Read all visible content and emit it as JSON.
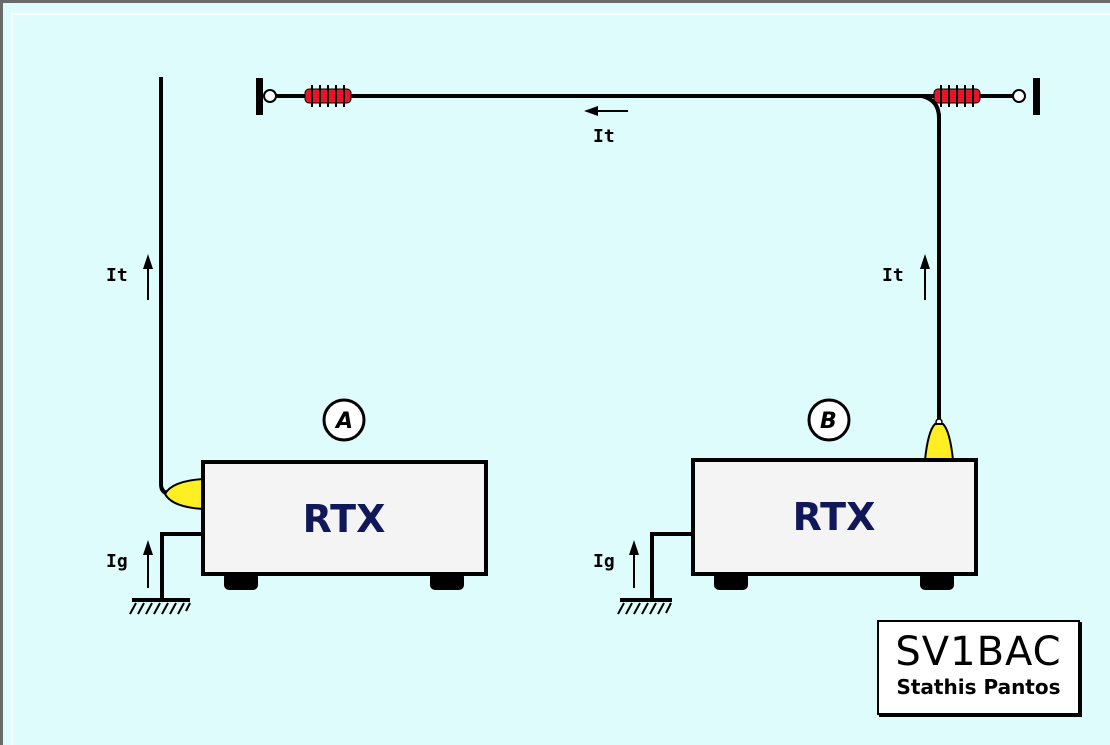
{
  "diagram": {
    "current_labels": {
      "top_wire": "It",
      "left_vertical": "It",
      "right_vertical": "It",
      "left_ground": "Ig",
      "right_ground": "Ig"
    },
    "radio_label": "RTX",
    "circle_a": "A",
    "circle_b": "B",
    "colors": {
      "background": "#dffcfc",
      "insulator": "#e8142a",
      "connector": "#ffee22",
      "rtx_text": "#10185a",
      "rtx_box": "#f4f4f4"
    }
  },
  "credit": {
    "callsign": "SV1BAC",
    "author": "Stathis Pantos"
  }
}
